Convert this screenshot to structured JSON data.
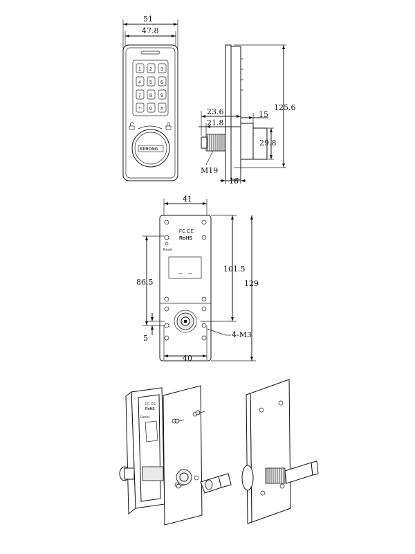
{
  "dims": {
    "front_width_outer": "51",
    "front_width_inner": "47.8",
    "side_height": "125.6",
    "side_23_6": "23.6",
    "side_21_8": "21.8",
    "side_15": "15",
    "side_29_8": "29.8",
    "side_m19": "M19",
    "side_16": "16",
    "back_top_width": "41",
    "back_101_5": "101.5",
    "back_86_5": "86.5",
    "back_129": "129",
    "back_5": "5",
    "back_bottom_width": "40",
    "back_screws": "4-M3"
  },
  "labels": {
    "brand": "KERONG",
    "fcc_ce": "FC CE",
    "rohs": "RoHS",
    "reset": "Reset",
    "keypad": [
      "1",
      "2",
      "3",
      "4",
      "5",
      "6",
      "7",
      "8",
      "9",
      "*",
      "0",
      "#"
    ],
    "iso_fcc": "FC CE",
    "iso_rohs": "RoHS",
    "iso_reset": "Reset"
  }
}
